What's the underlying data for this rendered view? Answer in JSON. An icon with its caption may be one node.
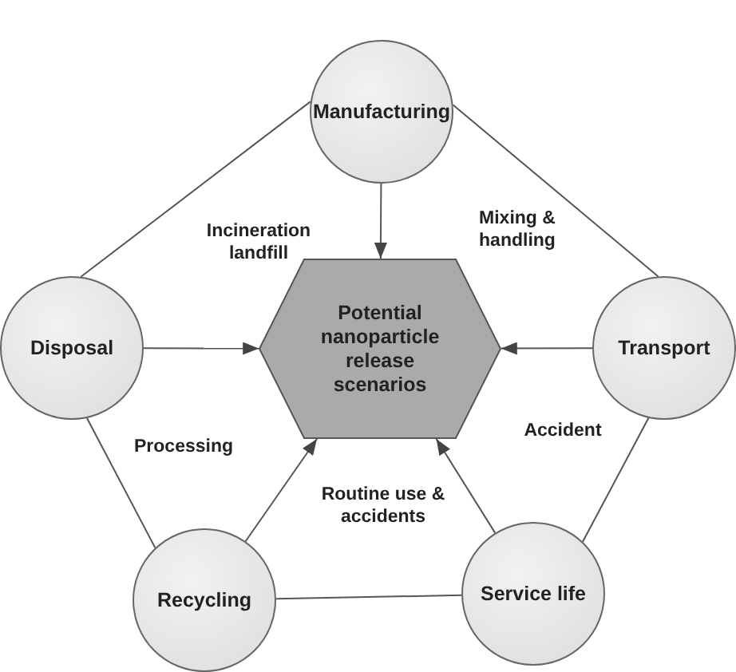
{
  "diagram": {
    "nodes": [
      {
        "text": [
          "Manufacturing"
        ]
      },
      {
        "text": [
          "Disposal"
        ]
      },
      {
        "text": [
          "Potential nanoparticle release scenarios"
        ]
      },
      {
        "text": [
          "Transport"
        ]
      },
      {
        "text": [
          "Recycling"
        ]
      },
      {
        "text": [
          "Service life"
        ]
      }
    ],
    "edges": [
      {
        "from": 0,
        "to": 2,
        "arrow": "to"
      },
      {
        "from": 1,
        "to": 2,
        "arrow": "to"
      },
      {
        "from": 3,
        "to": 2,
        "arrow": "to"
      },
      {
        "from": 4,
        "to": 2,
        "arrow": "to"
      },
      {
        "from": 5,
        "to": 2,
        "arrow": "to"
      },
      {
        "from": 0,
        "to": 1,
        "arrow": "none"
      },
      {
        "from": 0,
        "to": 3,
        "arrow": "none"
      },
      {
        "from": 1,
        "to": 4,
        "arrow": "none"
      },
      {
        "from": 4,
        "to": 5,
        "arrow": "none"
      },
      {
        "from": 5,
        "to": 3,
        "arrow": "none"
      }
    ],
    "labels": [
      "Incineration landfill",
      "Mixing & handling",
      "Processing",
      "Accident",
      "Routine use & accidents"
    ]
  }
}
